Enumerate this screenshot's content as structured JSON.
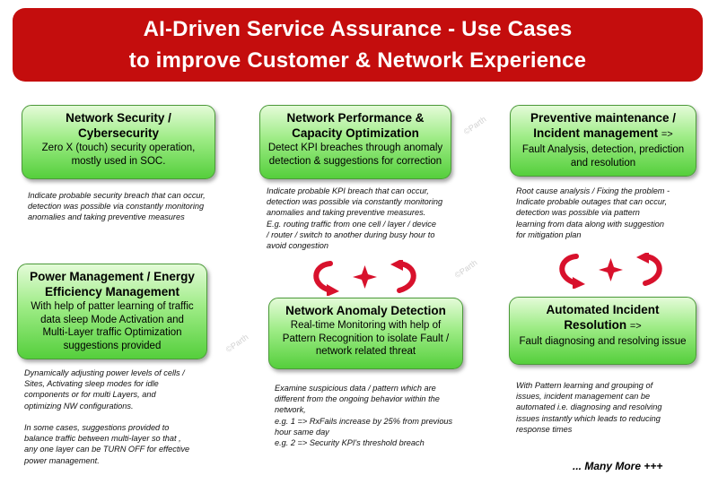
{
  "title": {
    "line1": "AI-Driven Service Assurance - Use Cases",
    "line2": "to improve Customer & Network Experience"
  },
  "use_cases": [
    {
      "title": "Network Security /\nCybersecurity",
      "desc": "Zero X (touch) security operation,\nmostly used in SOC.",
      "note": "Indicate probable security breach that can occur,\ndetection was possible via constantly monitoring\nanomalies and taking preventive measures"
    },
    {
      "title": "Network Performance &\nCapacity Optimization",
      "desc": "Detect KPI breaches through anomaly\ndetection & suggestions for correction",
      "note": "Indicate probable KPI breach that can occur,\ndetection was possible via constantly monitoring\nanomalies and taking preventive measures.\nE.g. routing traffic from one cell / layer / device\n/ router / switch to another during busy hour to\navoid congestion"
    },
    {
      "title": "Preventive maintenance /\nIncident management",
      "arrow": "=>",
      "desc": "Fault Analysis, detection, prediction\nand resolution",
      "note": "Root cause analysis / Fixing the problem -\nIndicate probable outages that can occur,\ndetection was possible via pattern\nlearning from data along with suggestion\nfor mitigation plan"
    },
    {
      "title": "Power Management / Energy\nEfficiency Management",
      "desc": "With help of patter learning of traffic\ndata sleep Mode Activation and\nMulti-Layer traffic  Optimization\nsuggestions provided",
      "note": "Dynamically adjusting power levels of cells /\nSites, Activating sleep modes for idle\ncomponents or for multi Layers, and\noptimizing NW configurations.\n\nIn some cases, suggestions provided to\nbalance traffic between multi-layer so that ,\nany one layer can be TURN OFF for effective\npower management."
    },
    {
      "title": "Network Anomaly Detection",
      "desc": "Real-time Monitoring with help of\nPattern Recognition to isolate Fault /\nnetwork related threat",
      "note": "Examine suspicious data / pattern which are\ndifferent from the ongoing behavior within the\nnetwork,\ne.g. 1 =>  RxFails increase by 25% from previous\nhour same day\ne.g. 2 => Security KPI's threshold breach"
    },
    {
      "title": "Automated Incident\nResolution",
      "arrow": "=>",
      "desc": "Fault diagnosing and resolving issue",
      "note": "With Pattern learning and grouping of\nissues, incident management can be\nautomated i.e. diagnosing and resolving\nissues instantly which leads to reducing\nresponse times"
    }
  ],
  "more": "... Many More +++",
  "watermark": "©Parth",
  "colors": {
    "banner": "#c40d0d",
    "box_border": "#4c9a3a",
    "box_gradient_top": "#e4fbd8",
    "box_gradient_bottom": "#55cf3c",
    "cycle_icon": "#d8112c"
  }
}
